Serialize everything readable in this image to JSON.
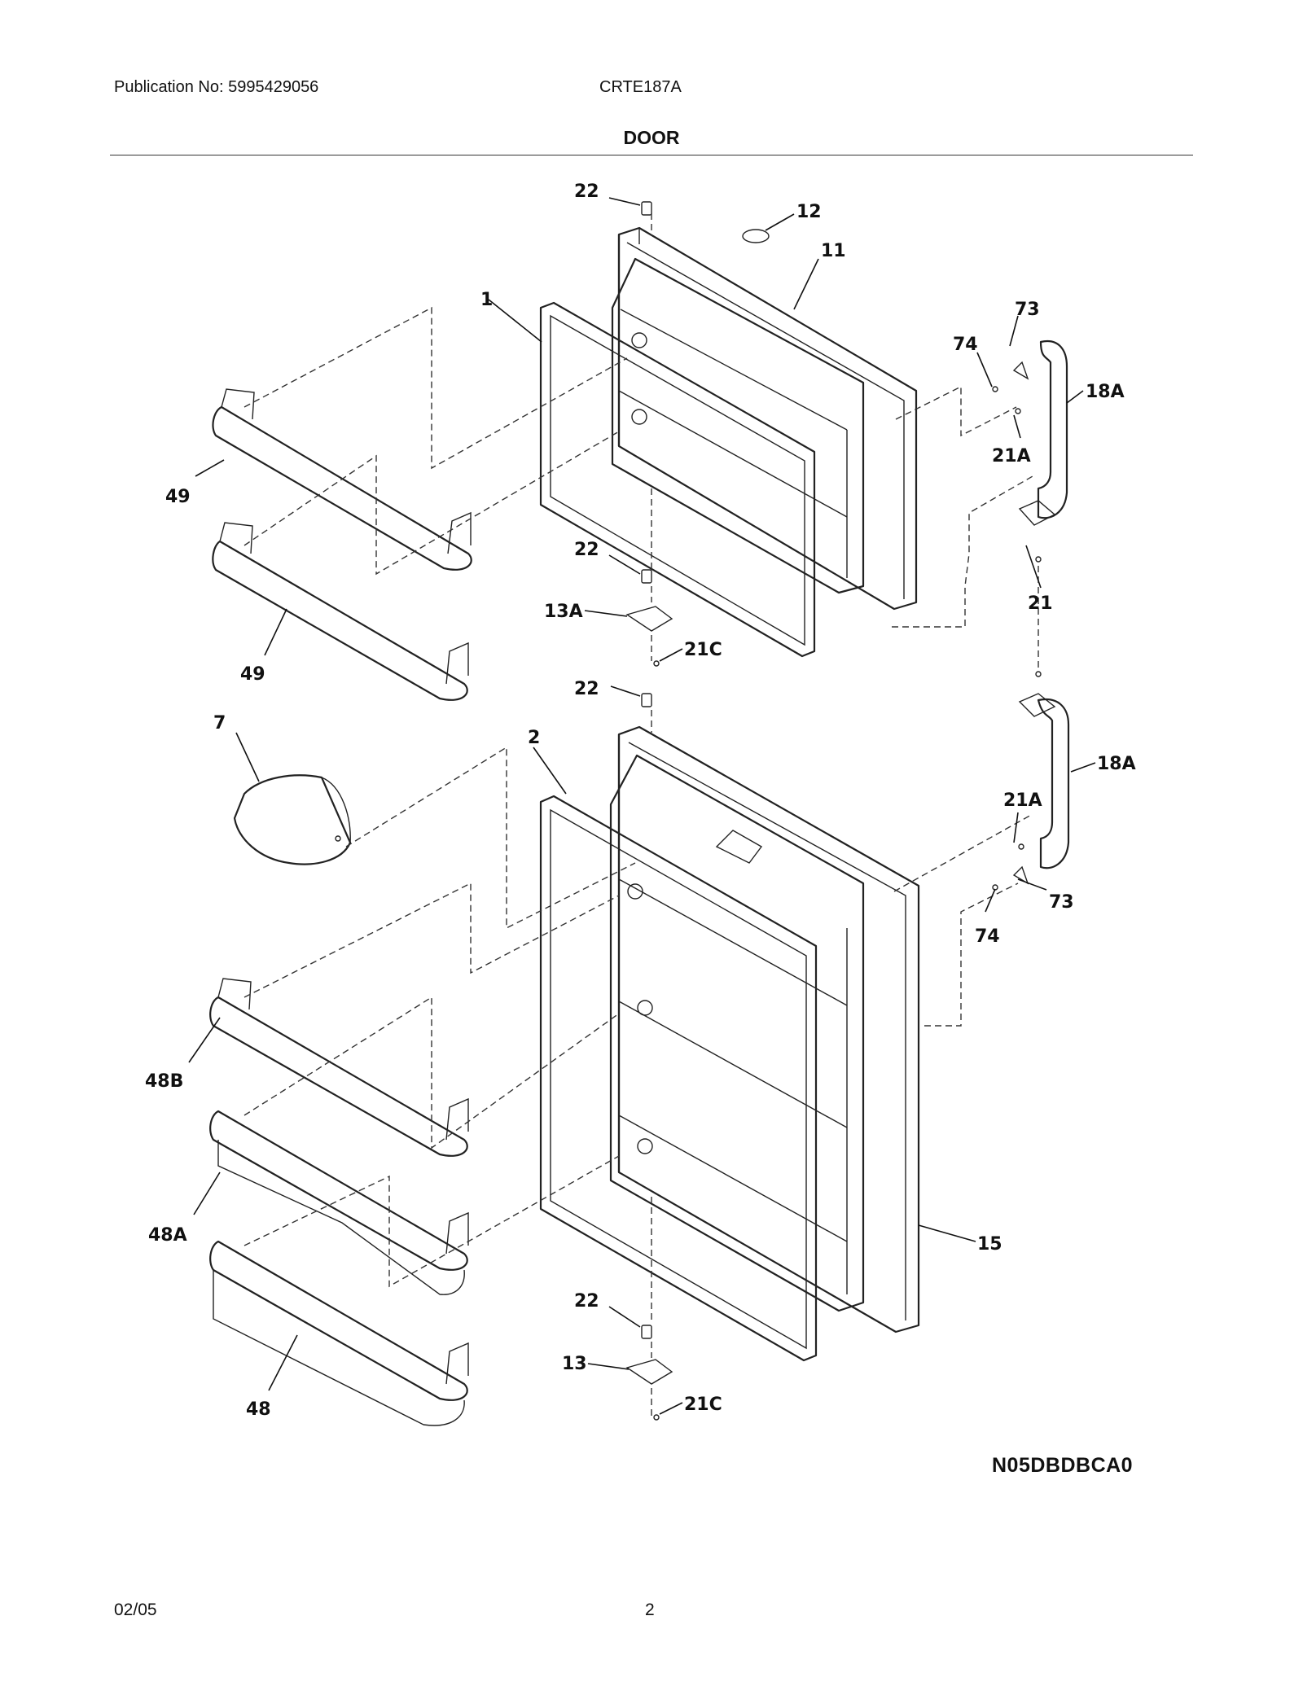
{
  "header": {
    "publication": "Publication No: 5995429056",
    "model": "CRTE187A",
    "title": "DOOR"
  },
  "diagram_code": "N05DBDBCA0",
  "footer": {
    "date": "02/05",
    "page_number": "2"
  },
  "callouts": {
    "c22_top": "22",
    "c12": "12",
    "c11": "11",
    "c1": "1",
    "c73_top": "73",
    "c74_top": "74",
    "c18A_top": "18A",
    "c21A_top": "21A",
    "c49_top": "49",
    "c49_bottom": "49",
    "c22_mid_upper": "22",
    "c13A": "13A",
    "c21C_upper": "21C",
    "c21": "21",
    "c22_mid_lower": "22",
    "c7": "7",
    "c2": "2",
    "c18A_bottom": "18A",
    "c21A_bottom": "21A",
    "c73_bottom": "73",
    "c74_bottom": "74",
    "c48B": "48B",
    "c48A": "48A",
    "c15": "15",
    "c22_bottom": "22",
    "c13": "13",
    "c21C_lower": "21C",
    "c48": "48"
  }
}
